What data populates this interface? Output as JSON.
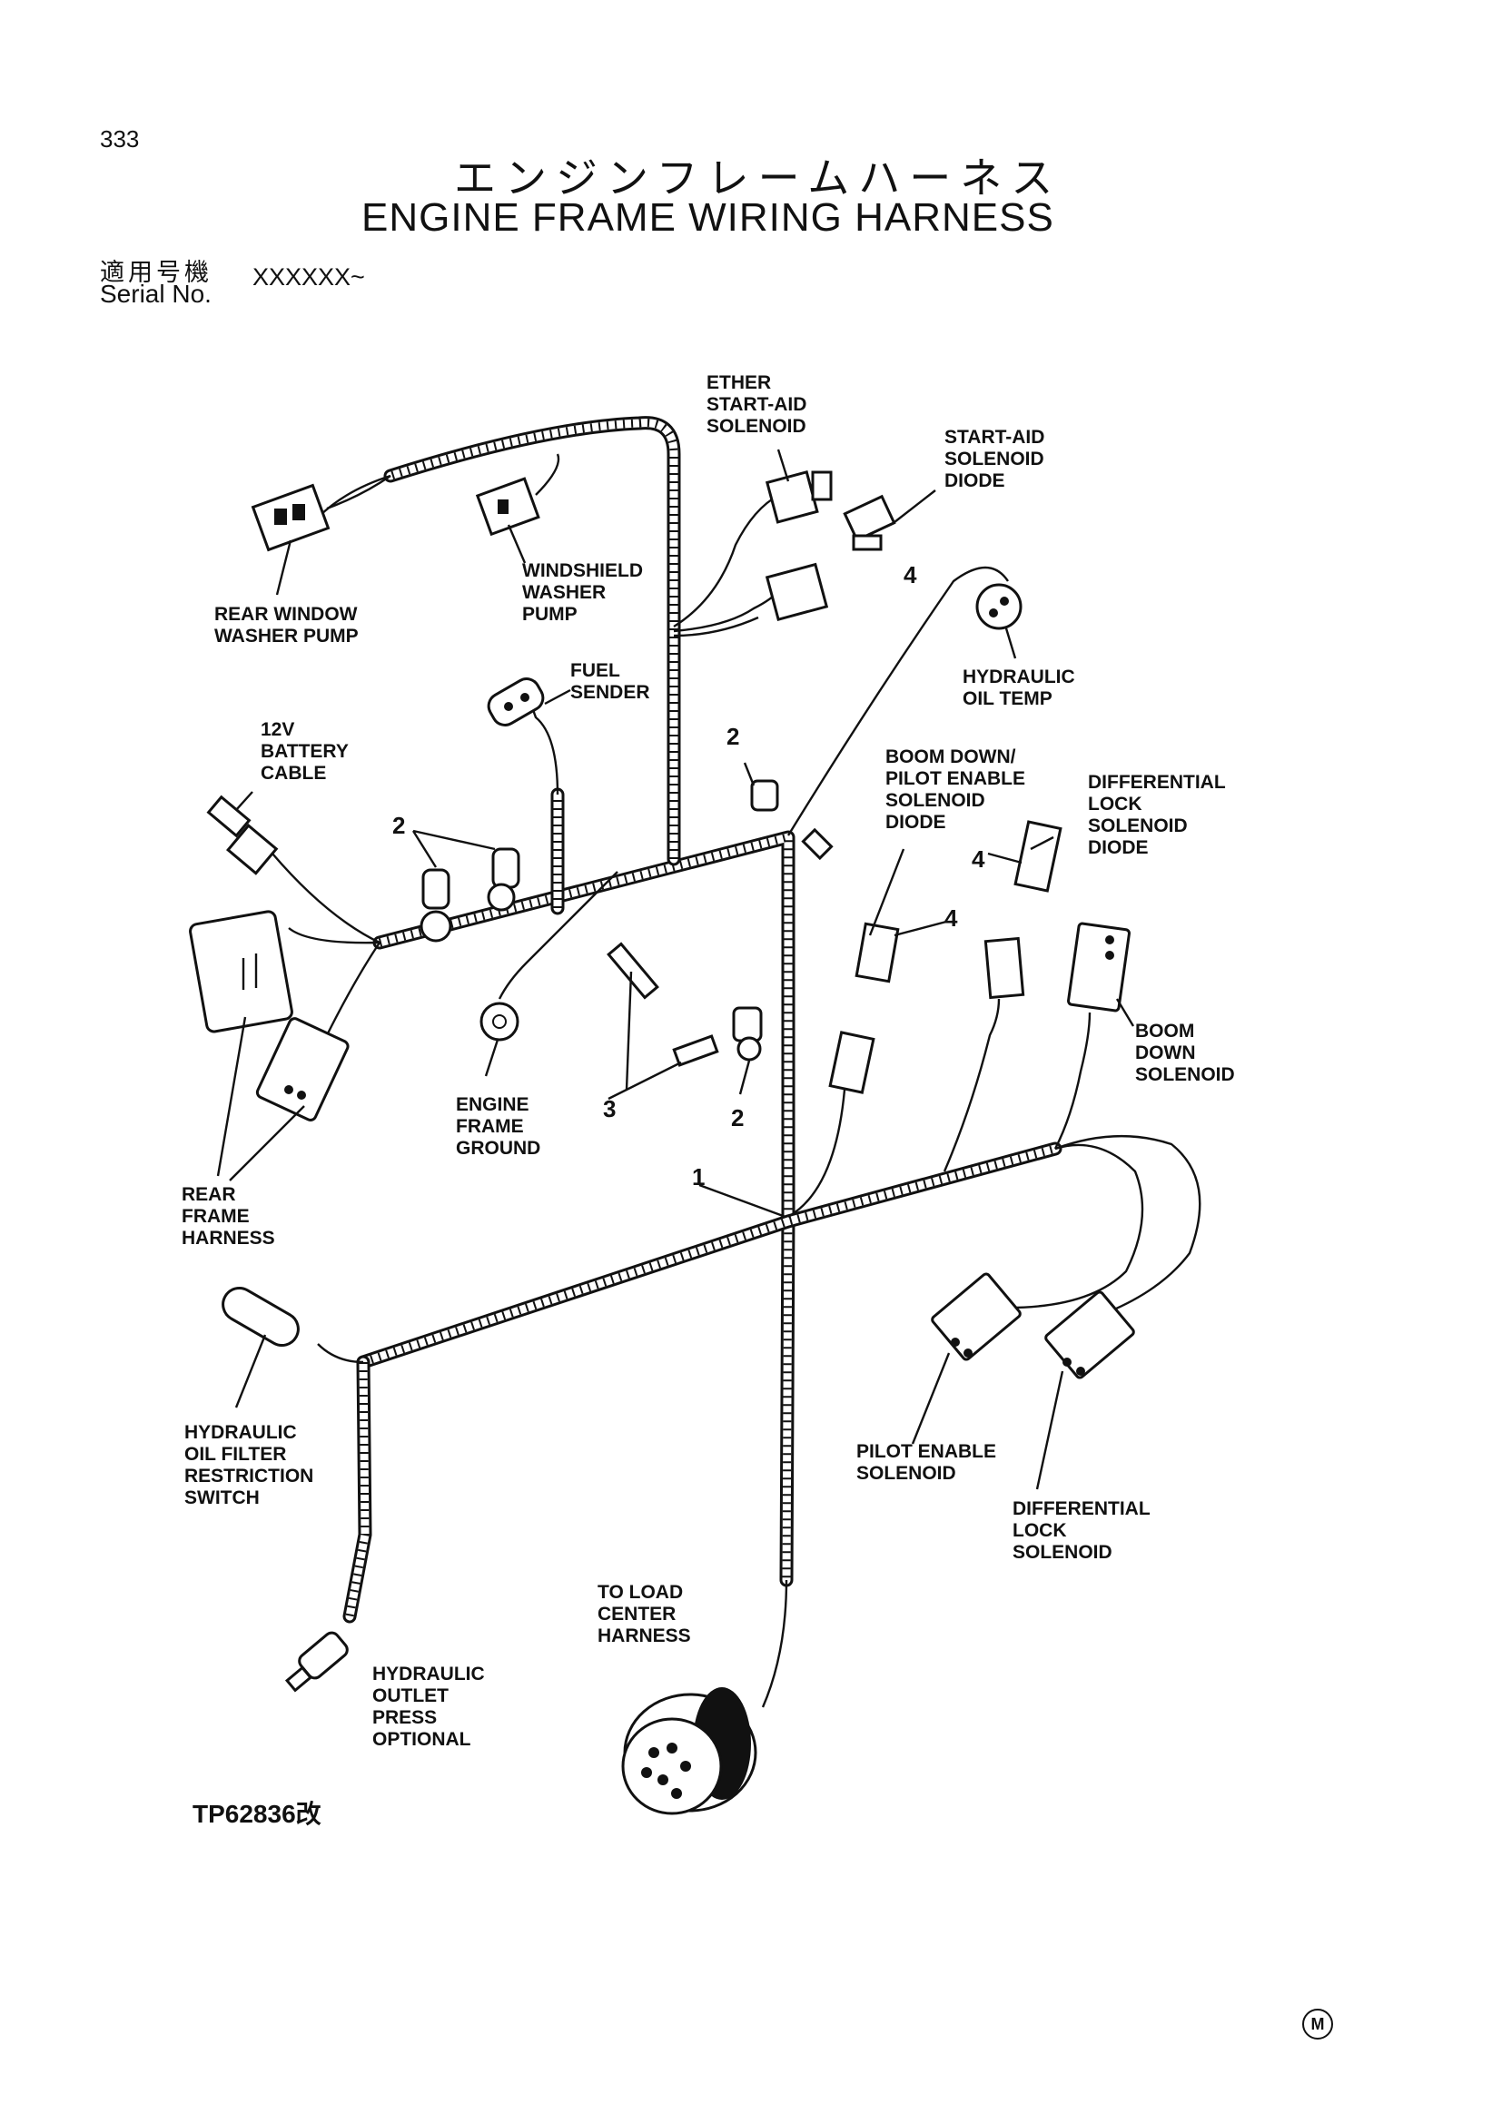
{
  "header": {
    "page_number": "333",
    "title_jp": "エンジンフレームハーネス",
    "title_en": "ENGINE FRAME WIRING HARNESS",
    "serial_label_jp": "適用号機",
    "serial_label_en": "Serial No.",
    "serial_value": "XXXXXX~"
  },
  "labels": {
    "ether_start_aid_solenoid": [
      "ETHER",
      "START-AID",
      "SOLENOID"
    ],
    "start_aid_solenoid_diode": [
      "START-AID",
      "SOLENOID",
      "DIODE"
    ],
    "rear_window_washer_pump": [
      "REAR WINDOW",
      "WASHER PUMP"
    ],
    "windshield_washer_pump": [
      "WINDSHIELD",
      "WASHER",
      "PUMP"
    ],
    "hydraulic_oil_temp": [
      "HYDRAULIC",
      "OIL TEMP"
    ],
    "fuel_sender": [
      "FUEL",
      "SENDER"
    ],
    "battery_cable": [
      "12V",
      "BATTERY",
      "CABLE"
    ],
    "boom_down_pilot_enable_diode": [
      "BOOM DOWN/",
      "PILOT ENABLE",
      "SOLENOID",
      "DIODE"
    ],
    "differential_lock_solenoid_diode": [
      "DIFFERENTIAL",
      "LOCK",
      "SOLENOID",
      "DIODE"
    ],
    "boom_down_solenoid": [
      "BOOM",
      "DOWN",
      "SOLENOID"
    ],
    "engine_frame_ground": [
      "ENGINE",
      "FRAME",
      "GROUND"
    ],
    "rear_frame_harness": [
      "REAR",
      "FRAME",
      "HARNESS"
    ],
    "hydraulic_oil_filter_switch": [
      "HYDRAULIC",
      "OIL FILTER",
      "RESTRICTION",
      "SWITCH"
    ],
    "pilot_enable_solenoid": [
      "PILOT ENABLE",
      "SOLENOID"
    ],
    "differential_lock_solenoid": [
      "DIFFERENTIAL",
      "LOCK",
      "SOLENOID"
    ],
    "to_load_center_harness": [
      "TO LOAD",
      "CENTER",
      "HARNESS"
    ],
    "hydraulic_outlet_press": [
      "HYDRAULIC",
      "OUTLET",
      "PRESS",
      "OPTIONAL"
    ]
  },
  "callouts": {
    "n1": "1",
    "n2": "2",
    "n3": "3",
    "n4": "4"
  },
  "footer": {
    "ref_code": "TP62836改",
    "mark": "M"
  }
}
